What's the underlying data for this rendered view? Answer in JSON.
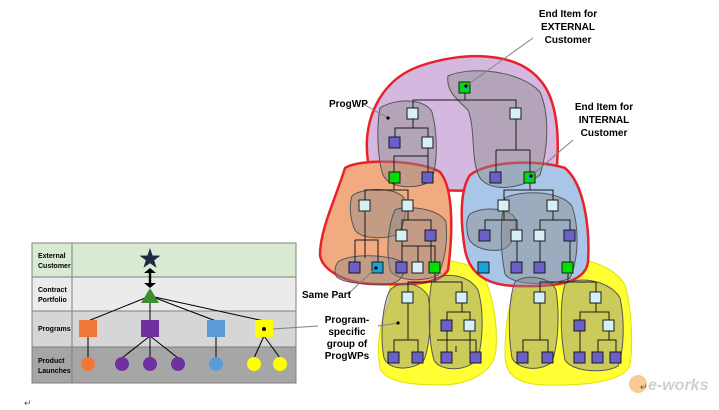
{
  "legend_table": {
    "rows": [
      {
        "label_line1": "External",
        "label_line2": "Customer",
        "color": "#d9ead3"
      },
      {
        "label_line1": "Contract",
        "label_line2": "Portfolio",
        "color": "#ebebeb"
      },
      {
        "label_line1": "Programs",
        "label_line2": "",
        "color": "#d6d6d6"
      },
      {
        "label_line1": "Product",
        "label_line2": "Launches",
        "color": "#a6a6a6"
      }
    ],
    "program_colors": [
      "#f0793a",
      "#7030a0",
      "#5b9bd5",
      "#ffff00"
    ],
    "launch_colors": [
      "#f0793a",
      "#7030a0",
      "#7030a0",
      "#7030a0",
      "#5b9bd5",
      "#ffff00",
      "#ffff00"
    ],
    "star_color": "#1f2a44",
    "triangle_color": "#3e8e2f"
  },
  "callouts": {
    "end_item_external": [
      "End Item for",
      "EXTERNAL",
      "Customer"
    ],
    "end_item_internal": [
      "End Item for",
      "INTERNAL",
      "Customer"
    ],
    "progwp": [
      "ProgWP"
    ],
    "same_part": [
      "Same Part"
    ],
    "program_specific": [
      "Program-",
      "specific",
      "group of",
      "ProgWPs"
    ]
  },
  "colors": {
    "purple_region": "#d5b8e0",
    "orange_region": "#f2aa80",
    "blue_region": "#a9c6e8",
    "yellow_region": "#ffff33",
    "red_outline": "#e8222a",
    "node_light": "#d6f0f5",
    "node_purple": "#6b60c8",
    "node_green": "#00e000",
    "node_blue": "#1aa3d9",
    "gray_group": "#8c8c8c"
  },
  "watermark": {
    "brand": "e-works"
  },
  "marks": {
    "return_symbol": "↵"
  }
}
